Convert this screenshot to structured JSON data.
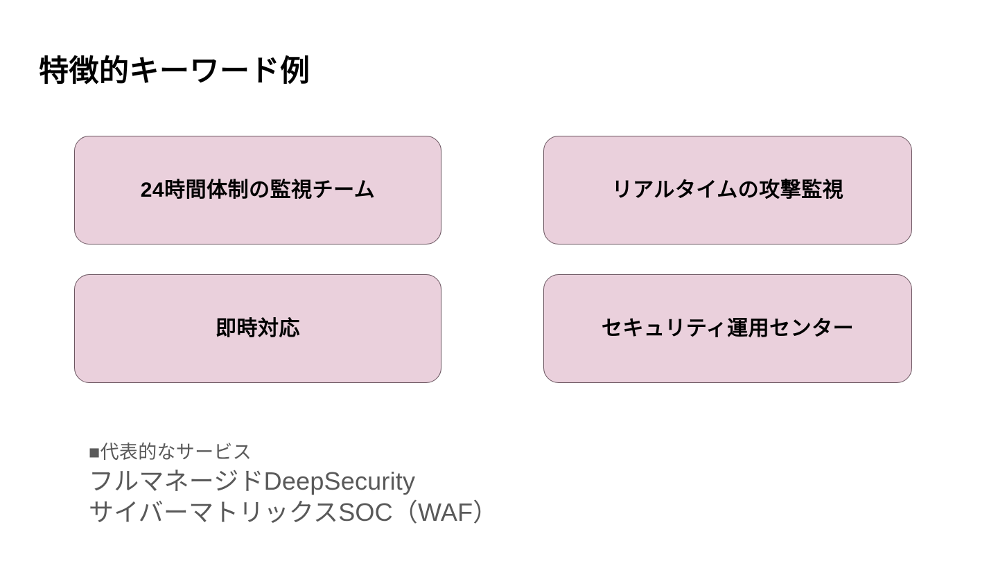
{
  "slide": {
    "title": "特徴的キーワード例",
    "background_color": "#ffffff",
    "title_color": "#000000"
  },
  "keyword_boxes": {
    "fill_color": "#ead0dc",
    "border_color": "#6b5560",
    "text_color": "#000000",
    "items": [
      {
        "id": "monitoring-team",
        "label": "24時間体制の監視チーム",
        "row": 0,
        "col": 0
      },
      {
        "id": "realtime-attack-monitoring",
        "label": "リアルタイムの攻撃監視",
        "row": 0,
        "col": 1
      },
      {
        "id": "immediate-response",
        "label": "即時対応",
        "row": 1,
        "col": 0
      },
      {
        "id": "security-operation-center",
        "label": "セキュリティ運用センター",
        "row": 1,
        "col": 1
      }
    ]
  },
  "services": {
    "heading": "■代表的なサービス",
    "text_color": "#595959",
    "lines": [
      "フルマネージドDeepSecurity",
      "サイバーマトリックスSOC（WAF）"
    ]
  }
}
